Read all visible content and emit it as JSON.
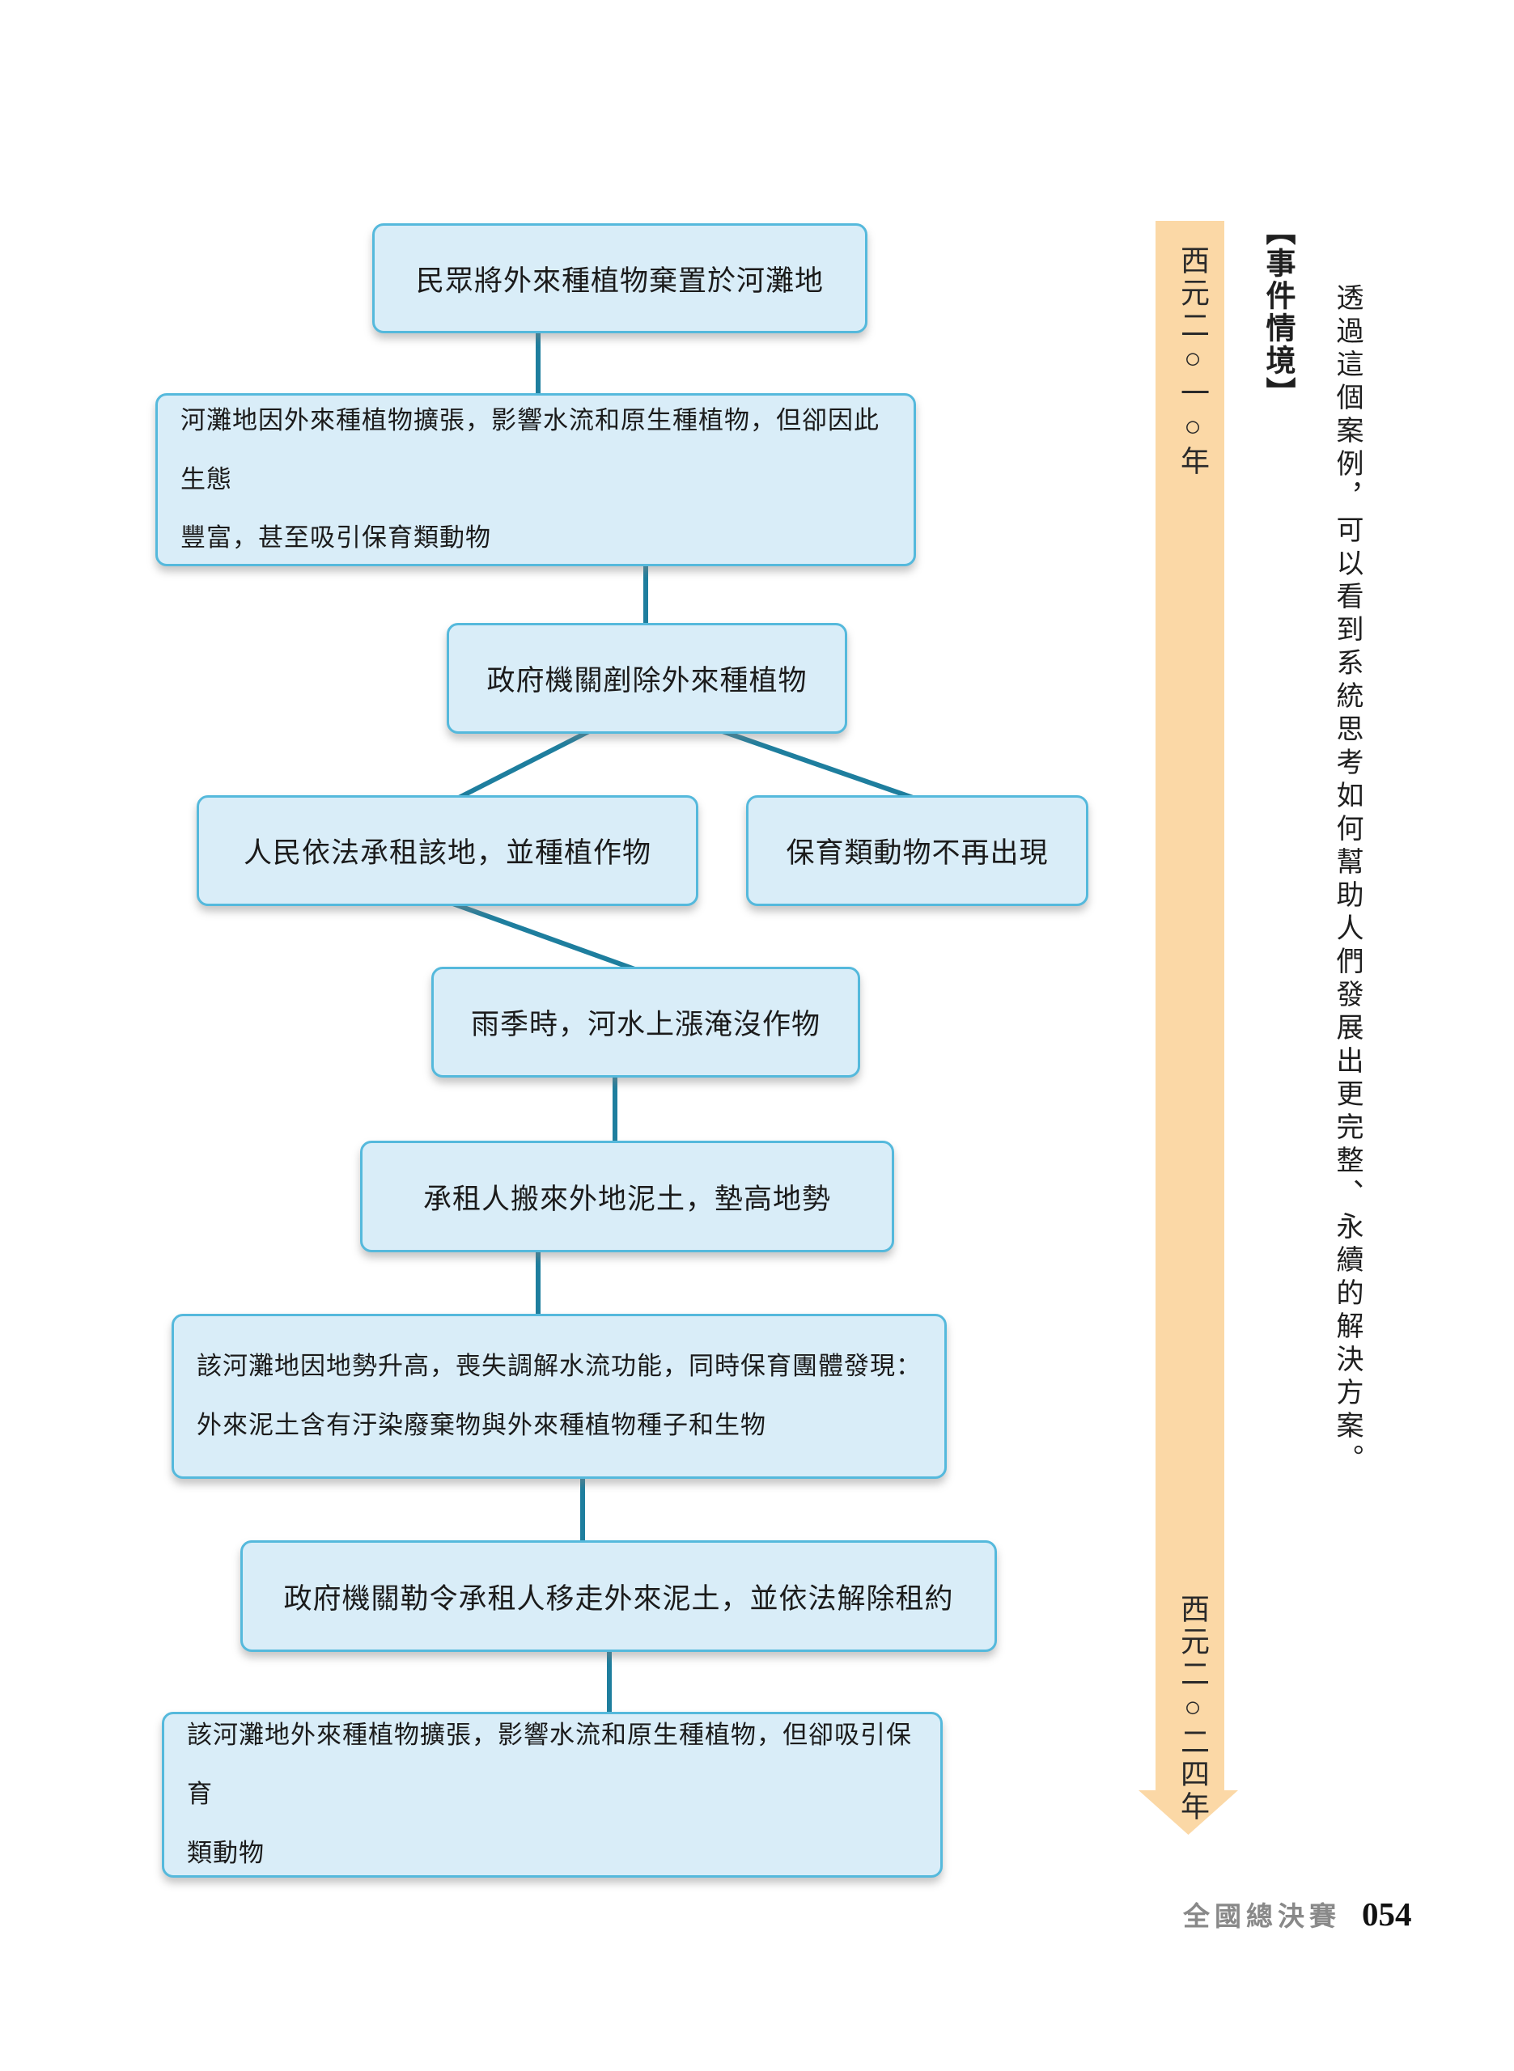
{
  "flowchart": {
    "box_fill": "#d9edf8",
    "box_border": "#55b9dc",
    "connector_color": "#1e7e9e",
    "nodes": [
      {
        "id": "n1",
        "text": "民眾將外來種植物棄置於河灘地"
      },
      {
        "id": "n2",
        "text": "河灘地因外來種植物擴張，影響水流和原生種植物，但卻因此生態\n豐富，甚至吸引保育類動物"
      },
      {
        "id": "n3",
        "text": "政府機關剷除外來種植物"
      },
      {
        "id": "n4",
        "text": "人民依法承租該地，並種植作物"
      },
      {
        "id": "n5",
        "text": "保育類動物不再出現"
      },
      {
        "id": "n6",
        "text": "雨季時，河水上漲淹沒作物"
      },
      {
        "id": "n7",
        "text": "承租人搬來外地泥土，墊高地勢"
      },
      {
        "id": "n8",
        "text": "該河灘地因地勢升高，喪失調解水流功能，同時保育團體發現：\n外來泥土含有汙染廢棄物與外來種植物種子和生物"
      },
      {
        "id": "n9",
        "text": "政府機關勒令承租人移走外來泥土，並依法解除租約"
      },
      {
        "id": "n10",
        "text": "該河灘地外來種植物擴張，影響水流和原生種植物，但卻吸引保育\n類動物"
      }
    ],
    "edges": [
      [
        "n1",
        "n2"
      ],
      [
        "n2",
        "n3"
      ],
      [
        "n3",
        "n4"
      ],
      [
        "n3",
        "n5"
      ],
      [
        "n4",
        "n6"
      ],
      [
        "n6",
        "n7"
      ],
      [
        "n7",
        "n8"
      ],
      [
        "n8",
        "n9"
      ],
      [
        "n9",
        "n10"
      ]
    ]
  },
  "timeline": {
    "arrow_color": "#fbd8a6",
    "start_year": "西元二○一○年",
    "end_year": "西元二○二四年"
  },
  "sidebar": {
    "heading": "【事件情境】",
    "paragraph": "透過這個案例，可以看到系統思考如何幫助人們發展出更完整、永續的解決方案。"
  },
  "footer": {
    "label": "全國總決賽",
    "page_number": "054"
  }
}
